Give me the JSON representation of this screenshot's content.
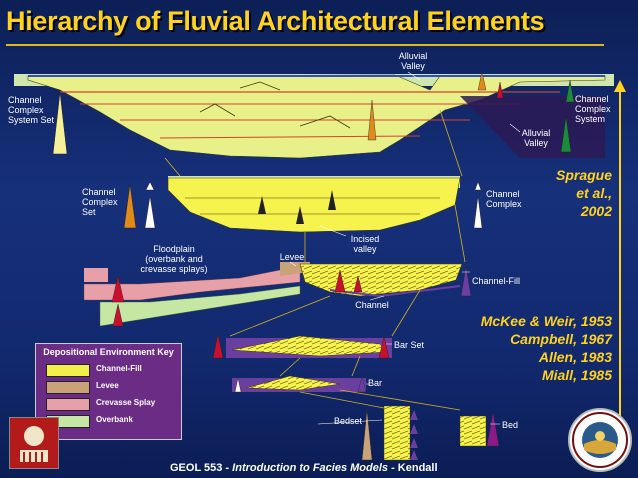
{
  "slide": {
    "title": "Hierarchy of Fluvial Architectural Elements",
    "labels": {
      "alluvial_valley_top": "Alluvial Valley",
      "channel_complex_system_set": "Channel Complex System Set",
      "channel_complex_system": "Channel Complex System",
      "alluvial_valley_right": "Alluvial Valley",
      "channel_complex_set": "Channel Complex Set",
      "channel_complex": "Channel Complex",
      "incised_valley": "Incised valley",
      "floodplain": "Floodplain (overbank and crevasse splays)",
      "levee": "Levee",
      "channel_fill": "Channel-Fill",
      "channel": "Channel",
      "bar_set": "Bar Set",
      "bar": "Bar",
      "bedset": "Bedset",
      "bed": "Bed"
    },
    "citations": {
      "sprague": [
        "Sprague",
        "et al.,",
        "2002"
      ],
      "others": [
        "McKee & Weir, 1953",
        "Campbell, 1967",
        "Allen, 1983",
        "Miall, 1985"
      ]
    },
    "key": {
      "title": "Depositional Environment Key",
      "items": [
        {
          "label": "Channel-Fill",
          "color": "#f4f04a"
        },
        {
          "label": "Levee",
          "color": "#c9a27a"
        },
        {
          "label": "Crevasse Splay",
          "color": "#e8a0a8"
        },
        {
          "label": "Overbank",
          "color": "#c6e6a4"
        }
      ]
    },
    "footer": {
      "course": "GEOL 553 -",
      "subtitle": "Introduction to Facies Models",
      "author": "- Kendall"
    },
    "colors": {
      "title": "#ffd21f",
      "background": "#12296e",
      "channel_fill": "#f4f04a",
      "overbank": "#c6e6a4",
      "levee": "#c9a27a",
      "crevasse": "#e8a0a8",
      "bar_purple": "#6b3fa0"
    },
    "icons": [
      "arrow-up-down-icon",
      "university-logo-icon",
      "seal-logo-icon"
    ]
  }
}
